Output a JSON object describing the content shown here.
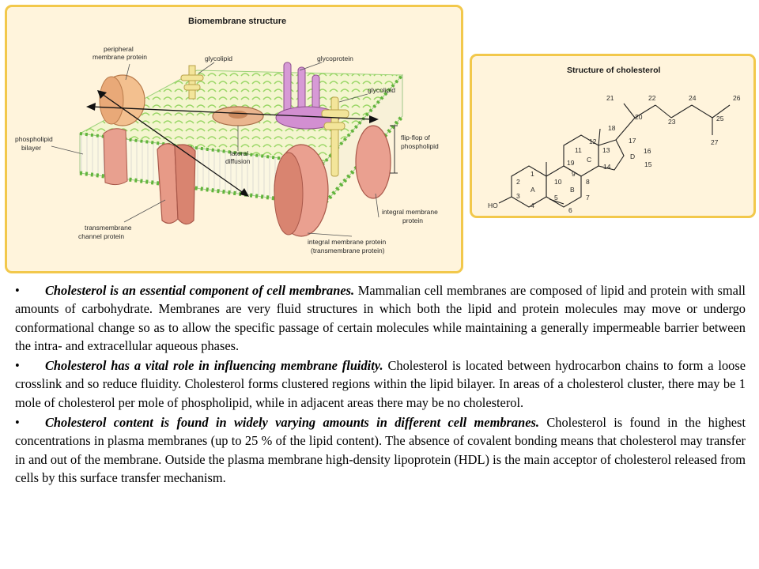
{
  "figure_left": {
    "title": "Biomembrane structure",
    "labels": {
      "peripheral": [
        "peripheral",
        "membrane protein"
      ],
      "glycolipid_top": "glycolipid",
      "glycoprotein": "glycoprotein",
      "glycolipid_right": "glycolipid",
      "phospholipid_bilayer": [
        "phospholipid",
        "bilayer"
      ],
      "flip_flop": [
        "flip-flop of",
        "phospholipid"
      ],
      "lateral_diffusion": [
        "lateral",
        "diffusion"
      ],
      "transmembrane_channel": [
        "transmembrane",
        "channel protein"
      ],
      "integral_right": [
        "integral membrane",
        "protein"
      ],
      "integral_bottom": [
        "integral membrane protein",
        "(transmembrane protein)"
      ]
    },
    "colors": {
      "panel_border": "#f2c84b",
      "panel_bg": "#fff4dc",
      "membrane_top": "#f4f5cf",
      "head_green": "#7ac943",
      "protein": "#e8a08f",
      "glyco": "#d79ad6",
      "glycolipid": "#f3e59a"
    }
  },
  "figure_right": {
    "title": "Structure of cholesterol",
    "atoms": [
      "21",
      "22",
      "24",
      "26",
      "20",
      "23",
      "25",
      "27",
      "18",
      "12",
      "17",
      "11",
      "13",
      "16",
      "19",
      "C",
      "D",
      "14",
      "15",
      "1",
      "9",
      "2",
      "10",
      "8",
      "A",
      "B",
      "3",
      "5",
      "7",
      "HO",
      "4",
      "6"
    ]
  },
  "paragraphs": [
    {
      "bullet": "•",
      "lead": "Cholesterol is an essential component of cell membranes.",
      "body": " Mammalian cell membranes are composed of lipid and protein with small amounts of carbohydrate. Membranes are very fluid structures in which both the lipid and protein molecules may move or undergo conformational change so as to allow the specific passage of certain molecules while maintaining a generally impermeable barrier between the intra- and extracellular aqueous phases."
    },
    {
      "bullet": "•",
      "lead": "Cholesterol has a vital role in influencing membrane fluidity.",
      "body": " Cholesterol is located between hydrocarbon chains to form a loose crosslink and so reduce fluidity. Cholesterol forms clustered regions within the lipid bilayer. In areas of a cholesterol cluster, there may be 1 mole of cholesterol per mole of phospholipid, while in adjacent areas there may be no cholesterol."
    },
    {
      "bullet": "•",
      "lead": "Cholesterol content is found in widely varying amounts in different cell membranes.",
      "body": " Cholesterol is found in the highest concentrations in plasma membranes (up to 25 % of the lipid content). The absence of covalent bonding means that cholesterol may transfer in and out of the membrane. Outside the plasma membrane high-density lipoprotein (HDL) is the main acceptor of cholesterol released from cells by this surface transfer mechanism."
    }
  ]
}
